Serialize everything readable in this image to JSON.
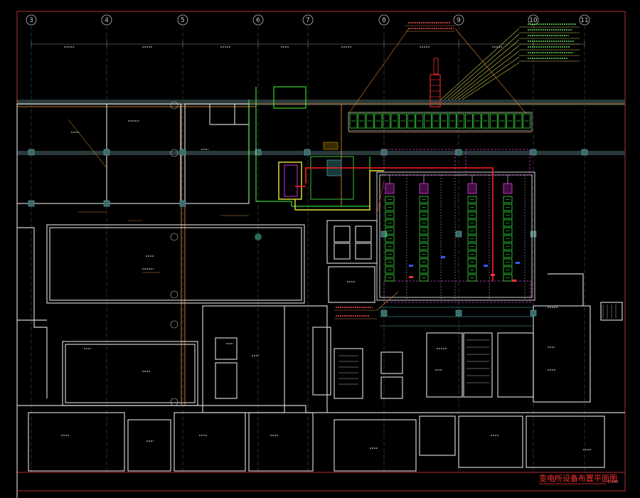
{
  "grid": {
    "column_labels": [
      "3",
      "4",
      "5",
      "6",
      "7",
      "8",
      "9",
      "10",
      "11"
    ]
  },
  "title_block": {
    "title": "变电所设备布置平面图",
    "scale": "1:100"
  },
  "colors": {
    "background": "#000000",
    "walls": "#d8d8d8",
    "grid_line": "#5a5a5a",
    "border": "#c03030",
    "duct": "#d08030",
    "equipment": "#40ff40",
    "cable_tray": "#ffff40",
    "leader_yellow": "#e0e060",
    "busbar_red": "#ff2020",
    "magenta": "#ff40ff",
    "cyan": "#40e0e0",
    "dim_orange": "#c08020"
  }
}
